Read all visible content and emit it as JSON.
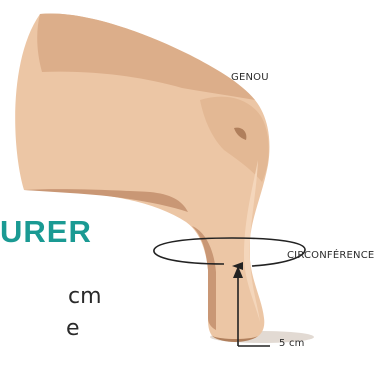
{
  "heading": "URER",
  "labels": {
    "knee": "GENOU",
    "circumference": "CIRCONFÉRENCE",
    "distance": "5 cm"
  },
  "partial_text": {
    "line1": "cm",
    "line2": "e"
  },
  "colors": {
    "heading": "#1a9a93",
    "skin_light": "#ecc6a5",
    "skin_mid": "#dcae8a",
    "skin_shadow": "#c99775",
    "skin_dark": "#b07f5c",
    "line": "#222222",
    "shadow": "#e2dad3"
  }
}
